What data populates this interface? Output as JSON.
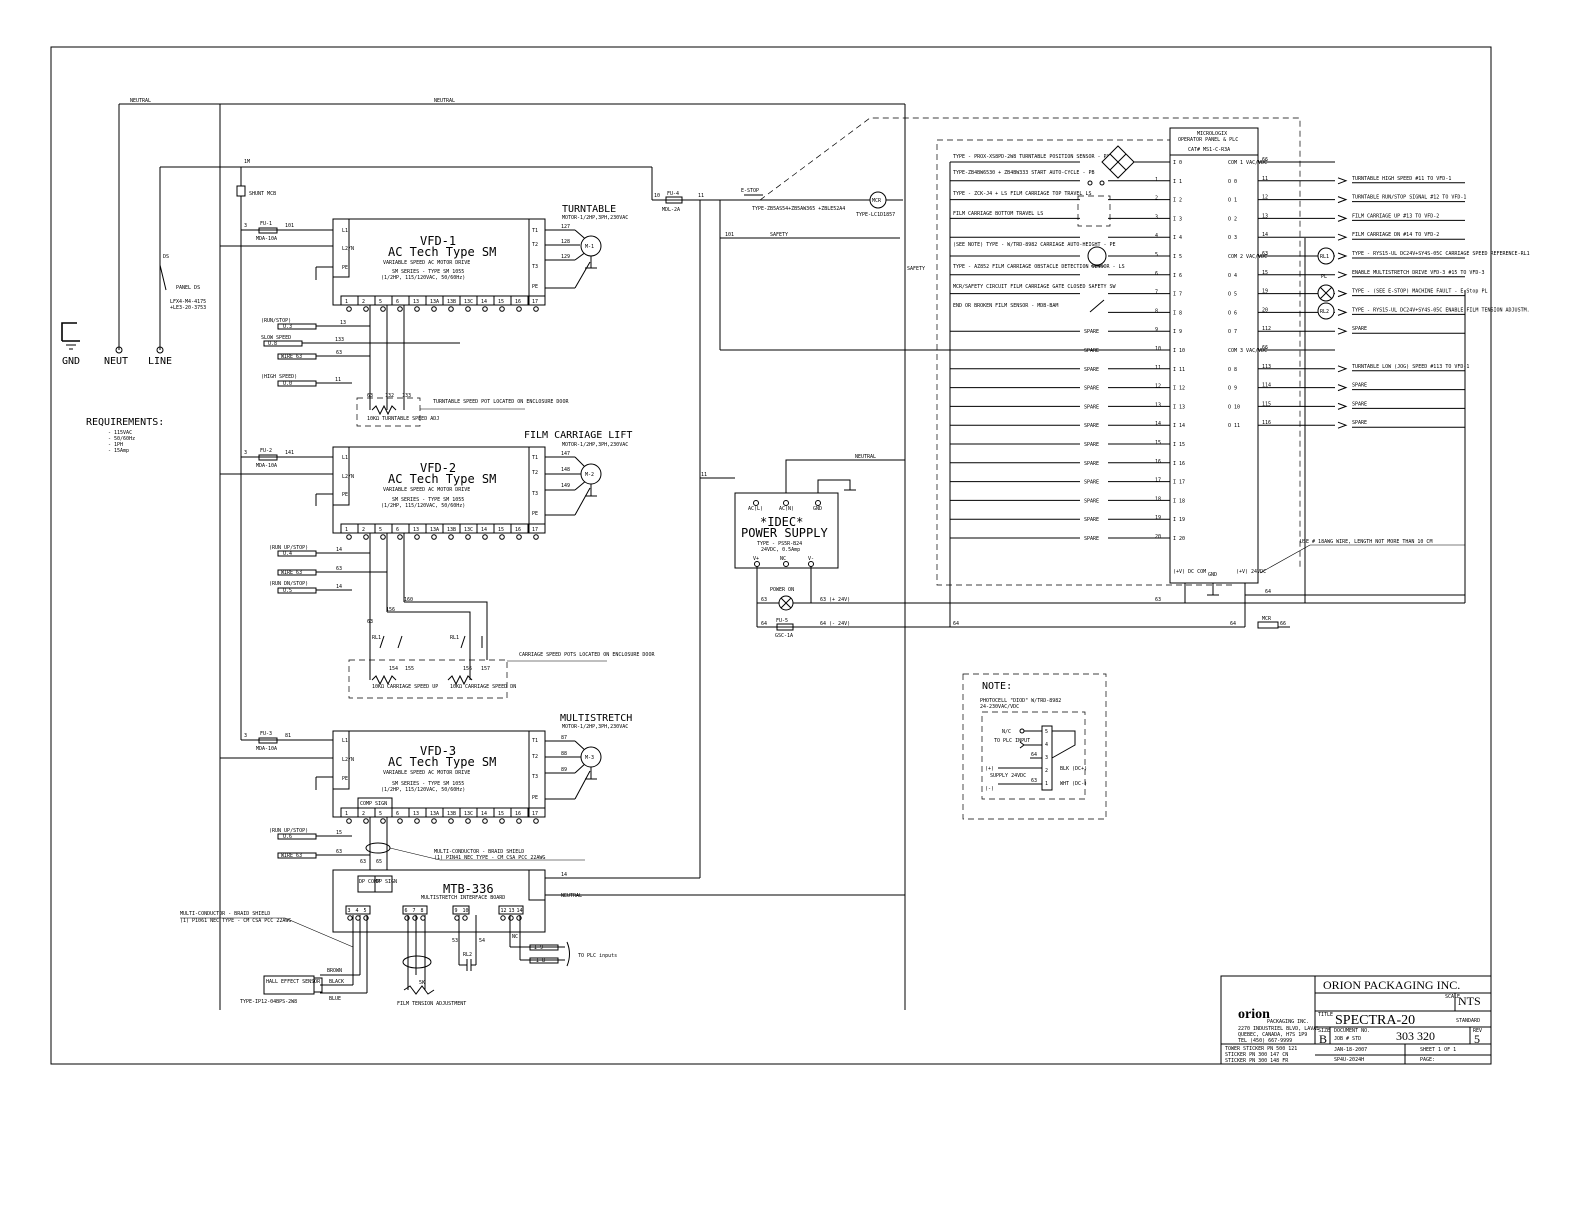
{
  "mains": {
    "wire_neutral_1": "NEUTRAL",
    "wire_neutral_2": "NEUTRAL",
    "wire_neutral_3": "NEUTRAL",
    "wire_neutral_4": "NEUTRAL",
    "wire_1": "1M",
    "wire_2": "3",
    "breaker": "SHUNT MCB",
    "disconnect": "DS",
    "disconnect_label": "PANEL DS",
    "disconnect_type_1": "LFX4-M4-4175",
    "disconnect_type_2": "+LE3-20-3753",
    "terminal_gnd": "GND",
    "terminal_neut": "NEUT",
    "terminal_line": "LINE"
  },
  "requirements": {
    "title": "REQUIREMENTS:",
    "lines": [
      "- 115VAC",
      "- 50/60Hz",
      "- 1PH",
      "- 15Amp"
    ]
  },
  "vfd1": {
    "section": "TURNTABLE",
    "motor_spec": "MOTOR-1/2HP,3PH,230VAC",
    "name": "VFD-1",
    "type": "AC Tech Type SM",
    "desc": "VARIABLE SPEED AC MOTOR DRIVE",
    "series": "SM SERIES - TYPE SM 1055",
    "rating": "(1/2HP, 115/120VAC, 50/60Hz)",
    "fuse": "FU-1",
    "fuse_type": "MDA-10A",
    "in_wire_1": "3",
    "in_wire_2": "101",
    "inputs": [
      "L1",
      "L2/N",
      "PE"
    ],
    "outputs": [
      "T1",
      "T2",
      "T3",
      "PE"
    ],
    "out_wires": [
      "127",
      "128",
      "129"
    ],
    "motor": "M-1",
    "terminals": [
      "1",
      "2",
      "5",
      "6",
      "13",
      "13A",
      "13B",
      "13C",
      "14",
      "15",
      "16",
      "17"
    ],
    "ctrl": [
      {
        "tag": "(RUN/STOP)",
        "ref": "O.3",
        "wire": "13"
      },
      {
        "tag": "SLOW SPEED",
        "ref": "O.8",
        "wire": "133"
      },
      {
        "tag": "",
        "ref": "WIRE 63",
        "wire": "63"
      },
      {
        "tag": "(HIGH SPEED)",
        "ref": "O.0",
        "wire": "11"
      }
    ],
    "pot_wires": [
      "63",
      "132",
      "133"
    ],
    "pot_label": "10KΩ TURNTABLE SPEED ADJ",
    "pot_note": "TURNTABLE SPEED POT LOCATED ON ENCLOSURE DOOR"
  },
  "vfd2": {
    "section": "FILM CARRIAGE LIFT",
    "motor_spec": "MOTOR-1/2HP,3PH,230VAC",
    "name": "VFD-2",
    "type": "AC Tech Type SM",
    "desc": "VARIABLE SPEED AC MOTOR DRIVE",
    "series": "SM SERIES - TYPE SM 1055",
    "rating": "(1/2HP, 115/120VAC, 50/60Hz)",
    "fuse": "FU-2",
    "fuse_type": "MDA-10A",
    "in_wire_1": "3",
    "in_wire_2": "141",
    "inputs": [
      "L1",
      "L2/N",
      "PE"
    ],
    "outputs": [
      "T1",
      "T2",
      "T3",
      "PE"
    ],
    "out_wires": [
      "147",
      "148",
      "149"
    ],
    "motor": "M-2",
    "terminals": [
      "1",
      "2",
      "5",
      "6",
      "13",
      "13A",
      "13B",
      "13C",
      "14",
      "15",
      "16",
      "17"
    ],
    "ctrl": [
      {
        "tag": "(RUN UP/STOP)",
        "ref": "O.4",
        "wire": "14"
      },
      {
        "tag": "",
        "ref": "WIRE 63",
        "wire": "63"
      },
      {
        "tag": "(RUN DN/STOP)",
        "ref": "O.5",
        "wire": "14"
      }
    ],
    "wires": [
      "63",
      "156",
      "160"
    ],
    "relays": [
      "RL1",
      "RL1"
    ],
    "pot_wires": [
      "154",
      "155",
      "156",
      "157"
    ],
    "pot_up": "10KΩ CARRIAGE SPEED UP",
    "pot_dn": "10KΩ CARRIAGE SPEED DN",
    "pot_note": "CARRIAGE SPEED POTS LOCATED ON ENCLOSURE DOOR"
  },
  "vfd3": {
    "section": "MULTISTRETCH",
    "motor_spec": "MOTOR-1/2HP,3PH,230VAC",
    "name": "VFD-3",
    "type": "AC Tech Type SM",
    "desc": "VARIABLE SPEED AC MOTOR DRIVE",
    "series": "SM SERIES - TYPE SM 1055",
    "rating": "(1/2HP, 115/120VAC, 50/60Hz)",
    "fuse": "FU-3",
    "fuse_type": "MDA-10A",
    "in_wire_1": "3",
    "in_wire_2": "81",
    "inputs": [
      "L1",
      "L2/N",
      "PE"
    ],
    "outputs": [
      "T1",
      "T2",
      "T3",
      "PE"
    ],
    "out_wires": [
      "87",
      "88",
      "89"
    ],
    "motor": "M-3",
    "comp_label": "COMP SIGN",
    "terminals": [
      "1",
      "2",
      "5",
      "6",
      "13",
      "13A",
      "13B",
      "13C",
      "14",
      "15",
      "16",
      "17"
    ],
    "ctrl": [
      {
        "tag": "(RUN UP/STOP)",
        "ref": "O.6",
        "wire": "15"
      },
      {
        "tag": "",
        "ref": "WIRE 63",
        "wire": "63"
      }
    ],
    "cable_note_1": "MULTI-CONDUCTOR - BRAID SHIELD",
    "cable_note_2": "(1) PIN41 NEC TYPE - CM CSA PCC 22AWG",
    "cable_wires": [
      "63",
      "65"
    ]
  },
  "mtb": {
    "name": "MTB-336",
    "desc": "MULTISTRETCH INTERFACE BOARD",
    "top_labels": [
      "DP COMP",
      "DP SIGN"
    ],
    "wire_out": "14",
    "wire_neutral": "NEUTRAL",
    "groups": [
      [
        "3",
        "4",
        "5"
      ],
      [
        "6",
        "7",
        "8"
      ],
      [
        "9",
        "10"
      ],
      [
        "12",
        "13",
        "14"
      ]
    ],
    "sensor": "HALL EFFECT SENSOR",
    "sensor_type": "TYPE-IP12-04BPS-2W8",
    "sensor_wires": [
      "BROWN",
      "BLACK",
      "BLUE"
    ],
    "cable_note_1": "MULTI-CONDUCTOR - BRAID SHIELD",
    "cable_note_2": "(1) P1061 NEC TYPE - CM CSA PCC 22AWG",
    "pot": "FILM TENSION ADJUSTMENT",
    "pot_val": "5K",
    "relay": "RL2",
    "wires_misc": [
      "53",
      "54",
      "NO",
      "NC"
    ],
    "to_plc": "TO PLC inputs",
    "plc_refs": [
      "I 9",
      "I 8"
    ]
  },
  "power": {
    "brand": "*IDEC*",
    "name": "POWER SUPPLY",
    "type": "TYPE - PS5R-B24",
    "rating": "24VDC, 0.5Amp",
    "inputs": [
      "AC(L)",
      "AC(N)",
      "GND"
    ],
    "outputs": [
      "V+",
      "NC",
      "V-"
    ],
    "wire_in": "11",
    "wire_neutral": "NEUTRAL",
    "light": "POWER ON",
    "light_wires": [
      "63 (+ 24V)",
      "64 (- 24V)"
    ],
    "fuse": "FU-5",
    "fuse_type": "GSC-1A",
    "w63": "63",
    "w64": "64"
  },
  "estop": {
    "fuse": "FU-4",
    "fuse_type": "MDL-2A",
    "wire_in": "10",
    "wire_out": "11",
    "label": "E-STOP",
    "type": "TYPE-ZB5AS54+ZB5AW365 +ZBLE52A4",
    "contact": "MCR",
    "contact_type": "TYPE-LC1D1857",
    "aux_wire": "101",
    "aux_label": "SAFETY",
    "guard_label": "SAFETY"
  },
  "plc": {
    "title_1": "MICROLOGIX",
    "title_2": "OPERATOR PANEL & PLC",
    "cat": "CAT# MS1-C-R3A",
    "devices": [
      "TYPE - PROX-XS8PD-2W8 TURNTABLE POSITION SENSOR - PXS",
      "TYPE-ZB4BW6530 + ZB4BW333 START AUTO-CYCLE - PB",
      "TYPE - ZCK-J4 + LS FILM CARRIAGE TOP TRAVEL LS",
      "FILM CARRIAGE BOTTOM TRAVEL LS",
      "(SEE NOTE) TYPE - W/TRD-8982 CARRIAGE AUTO-HEIGHT - PE",
      "TYPE - AZ852 FILM CARRIAGE OBSTACLE DETECTION SENSOR - LS",
      "MCR/SAFETY CIRCUIT FILM CARRIAGE GATE CLOSED SAFETY SW",
      "END OR BROKEN FILM SENSOR - MDB-BAM"
    ],
    "input_wires": [
      "1",
      "2",
      "3",
      "4",
      "5",
      "6",
      "7",
      "8",
      "9",
      "10",
      "11",
      "12",
      "13",
      "14",
      "15",
      "16",
      "17",
      "18",
      "19",
      "20"
    ],
    "inputs": [
      "I 0",
      "I 1",
      "I 2",
      "I 3",
      "I 4",
      "I 5",
      "I 6",
      "I 7",
      "I 8",
      "I 9",
      "I 10",
      "I 11",
      "I 12",
      "I 13",
      "I 14",
      "I 15",
      "I 16",
      "I 17",
      "I 18",
      "I 19",
      "I 20"
    ],
    "spare": "SPARE",
    "outputs": [
      {
        "addr": "COM 1 VAC/VDC",
        "wire": "66",
        "label": ""
      },
      {
        "addr": "O 0",
        "wire": "11",
        "label": "TURNTABLE HIGH SPEED #11 TO VFD-1"
      },
      {
        "addr": "O 1",
        "wire": "12",
        "label": "TURNTABLE RUN/STOP SIGNAL #12 TO VFD-1"
      },
      {
        "addr": "O 2",
        "wire": "13",
        "label": "FILM CARRIAGE UP #13 TO VFD-2"
      },
      {
        "addr": "O 3",
        "wire": "14",
        "label": "FILM CARRIAGE DN #14 TO VFD-2"
      },
      {
        "addr": "COM 2 VAC/VDC",
        "wire": "63",
        "label": "TYPE - RYS15-UL DC24V+SY4S-05C CARRIAGE SPEED REFERENCE-RL1"
      },
      {
        "addr": "O 4",
        "wire": "15",
        "label": "ENABLE MULTISTRETCH DRIVE VFD-3 #15 TO VFD-3"
      },
      {
        "addr": "O 5",
        "wire": "19",
        "label": "TYPE - (SEE E-STOP) MACHINE FAULT - E-Stop PL"
      },
      {
        "addr": "O 6",
        "wire": "20",
        "label": "TYPE - RYS15-UL DC24V+SY4S-05C ENABLE FILM TENSION ADJUSTM."
      },
      {
        "addr": "O 7",
        "wire": "112",
        "label": "SPARE"
      },
      {
        "addr": "COM 3 VAC/VDC",
        "wire": "66",
        "label": ""
      },
      {
        "addr": "O 8",
        "wire": "113",
        "label": "TURNTABLE LOW (JOG) SPEED #113 TO VFD-1"
      },
      {
        "addr": "O 9",
        "wire": "114",
        "label": "SPARE"
      },
      {
        "addr": "O 10",
        "wire": "115",
        "label": "SPARE"
      },
      {
        "addr": "O 11",
        "wire": "116",
        "label": "SPARE"
      }
    ],
    "bottom": [
      "(+V) DC COM",
      "GND",
      "(+V) 24VDC"
    ],
    "wire_note": "USE # 18AWG WIRE, LENGTH NOT MORE THAN 10 CM",
    "w63": "63",
    "w64": "64",
    "mcr": "MCR",
    "w66": "66",
    "pl": "PL",
    "rl1": "RL1",
    "rl2": "RL2"
  },
  "note": {
    "title": "NOTE:",
    "line_1": "PHOTOCELL \"DIOD\" W/TRD-8982",
    "line_2": "24-230VAC/VDC",
    "labels": [
      "N/C",
      "TO PLC INPUT",
      "64",
      "(+)",
      "SUPPLY 24VDC",
      "(-)",
      "63"
    ],
    "pins": [
      "5",
      "4",
      "3",
      "2",
      "1"
    ],
    "wire_colors": [
      "BLK (DC+)",
      "WHT (DC-)"
    ]
  },
  "title_block": {
    "company": "ORION PACKAGING INC.",
    "logo": "orion",
    "logo_sub": "PACKAGING INC.",
    "address_1": "2270 INDUSTRIEL BLVD, LAVAL",
    "address_2": "QUEBEC, CANADA, H7S 1P9",
    "phone": "TEL (450) 667-9999",
    "scale_label": "SCALE",
    "scale": "NTS",
    "title_label": "TITLE",
    "title": "SPECTRA-20",
    "standard": "STANDARD",
    "size_label": "SIZE",
    "size": "B",
    "doc_label": "DOCUMENT NO.",
    "doc_sub": "JOB # STD",
    "doc_no": "303 320",
    "rev_label": "REV",
    "rev": "5",
    "date": "JAN-18-2007",
    "sheet": "SHEET 1 OF 1",
    "filename": "SP4U-2024H",
    "page": "PAGE:",
    "tower_1": "TOWER STICKER PN 500 121",
    "tower_2": "STICKER PN 300 147 CN",
    "tower_3": "STICKER PN 300 148 FR"
  }
}
